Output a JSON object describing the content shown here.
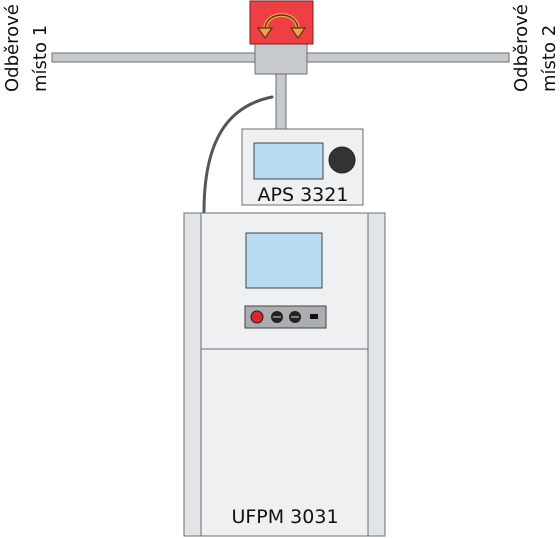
{
  "labels": {
    "left_outlet_line1": "Odběrové",
    "left_outlet_line2": "místo 1",
    "right_outlet_line1": "Odběrové",
    "right_outlet_line2": "místo 2",
    "aps_device": "APS 3321",
    "ufpm_device": "UFPM 3031"
  },
  "colors": {
    "valve_red": "#ee3f45",
    "pipe_gray": "#c8cbcd",
    "screen_blue": "#b9dcf2",
    "cabinet": "#eef0f1",
    "cabinet_side": "#e2e5e7",
    "knob": "#333333",
    "button_red": "#d8262a",
    "cable": "#555555"
  },
  "icons": {
    "valve_arrow": "rotate-arrow-icon"
  }
}
